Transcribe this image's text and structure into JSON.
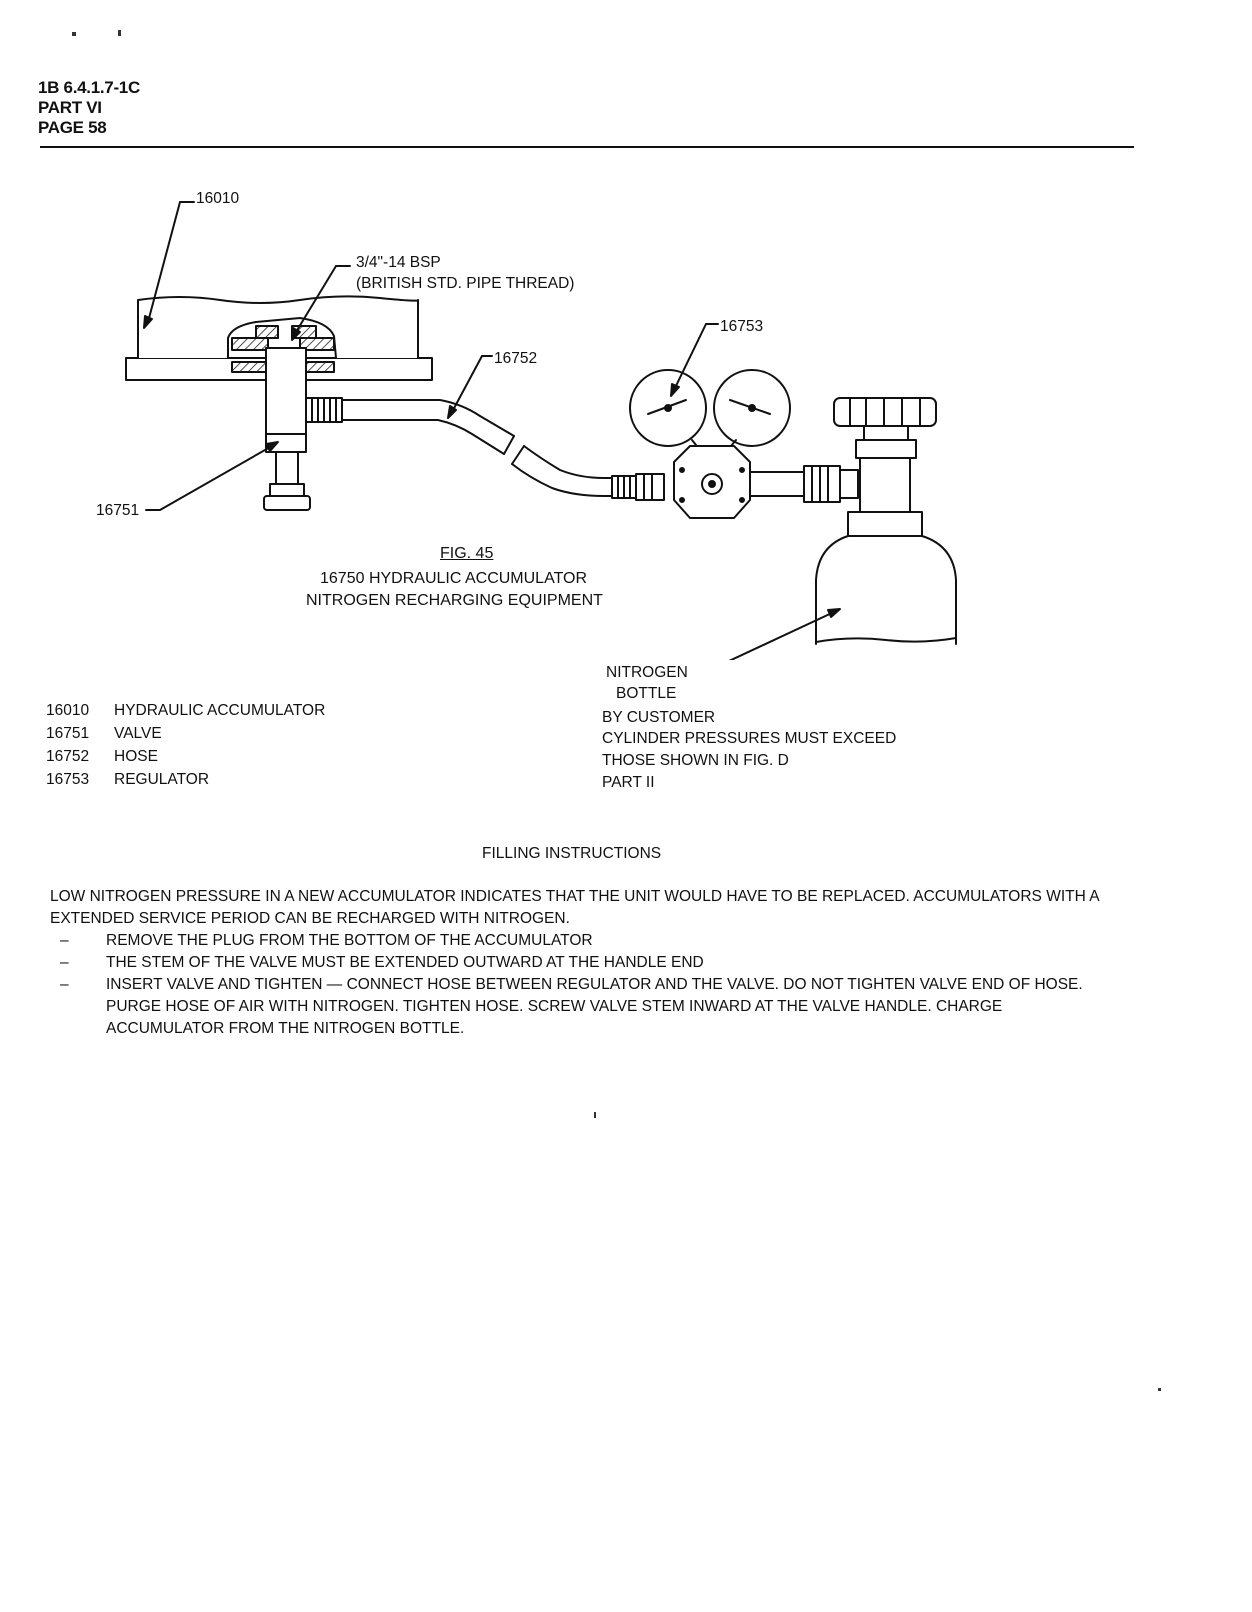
{
  "header": {
    "doc_ref": "1B 6.4.1.7-1C",
    "part": "PART VI",
    "page": "PAGE 58"
  },
  "figure": {
    "callouts": {
      "accumulator": "16010",
      "thread_line1": "3/4\"-14 BSP",
      "thread_line2": "(BRITISH STD. PIPE THREAD)",
      "hose": "16752",
      "regulator": "16753",
      "valve": "16751"
    },
    "caption": {
      "fig_no": "FIG. 45",
      "line1": "16750 HYDRAULIC ACCUMULATOR",
      "line2": "NITROGEN RECHARGING EQUIPMENT"
    }
  },
  "legend": [
    {
      "code": "16010",
      "name": "HYDRAULIC ACCUMULATOR"
    },
    {
      "code": "16751",
      "name": "VALVE"
    },
    {
      "code": "16752",
      "name": "HOSE"
    },
    {
      "code": "16753",
      "name": "REGULATOR"
    }
  ],
  "bottle_note": {
    "line1": "NITROGEN",
    "line2": "BOTTLE",
    "line3": "BY CUSTOMER",
    "line4": "CYLINDER PRESSURES MUST EXCEED",
    "line5": "THOSE SHOWN IN FIG. D",
    "line6": "PART II"
  },
  "instructions": {
    "title": "FILLING INSTRUCTIONS",
    "intro": "LOW NITROGEN PRESSURE IN A NEW ACCUMULATOR INDICATES THAT THE UNIT WOULD HAVE TO BE REPLACED. ACCUMULATORS WITH A EXTENDED SERVICE PERIOD CAN BE RECHARGED WITH NITROGEN.",
    "steps": [
      "REMOVE THE PLUG FROM THE BOTTOM OF THE ACCUMULATOR",
      "THE STEM OF THE VALVE MUST BE EXTENDED OUTWARD AT THE HANDLE END",
      "INSERT VALVE AND TIGHTEN — CONNECT HOSE BETWEEN REGULATOR AND THE VALVE. DO NOT TIGHTEN VALVE END OF HOSE. PURGE HOSE OF AIR WITH NITROGEN. TIGHTEN HOSE. SCREW VALVE STEM INWARD AT THE VALVE HANDLE. CHARGE ACCUMULATOR FROM THE NITROGEN BOTTLE."
    ],
    "dash": "–"
  }
}
